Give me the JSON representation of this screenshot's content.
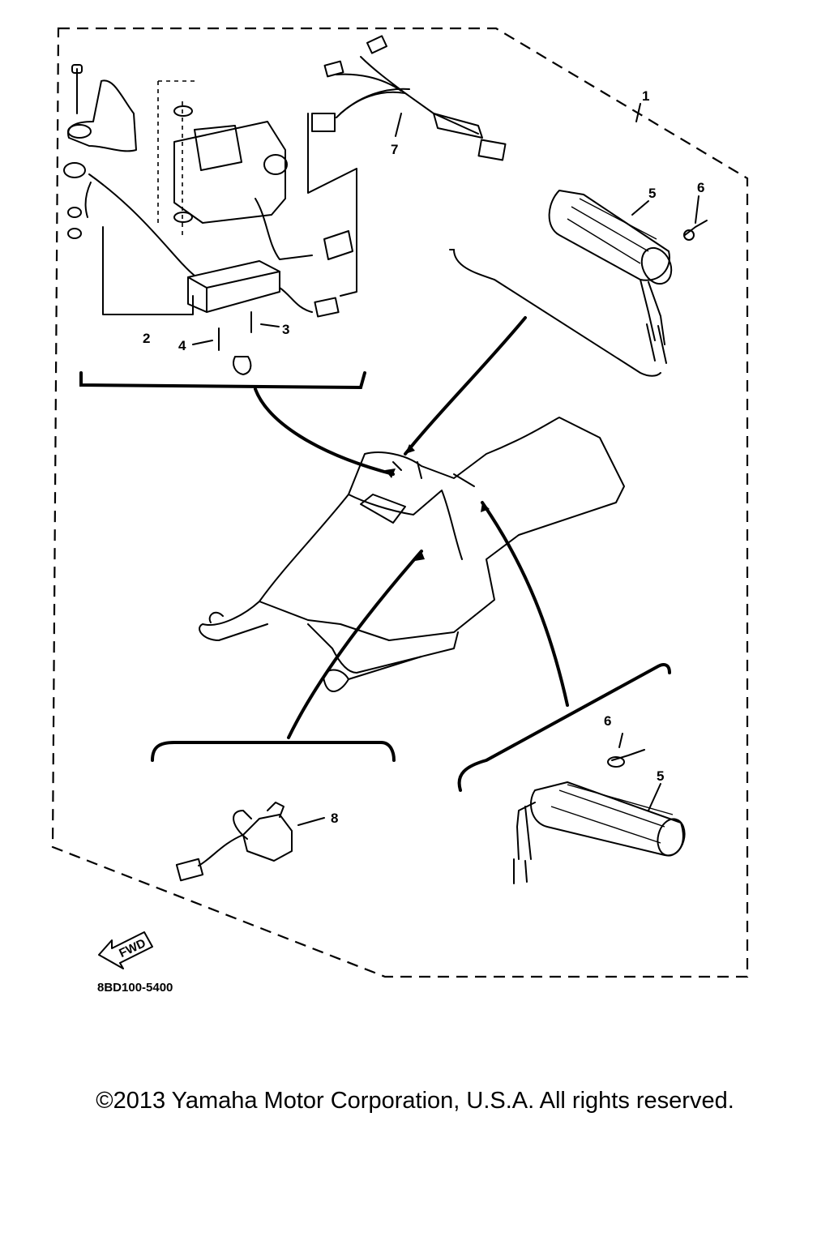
{
  "diagram": {
    "callouts": {
      "c1": "1",
      "c2": "2",
      "c3": "3",
      "c4": "4",
      "c5_top": "5",
      "c6_top": "6",
      "c7": "7",
      "c5_bottom": "5",
      "c6_bottom": "6",
      "c8": "8"
    },
    "fwd_label": "FWD",
    "diagram_code": "8BD100-5400"
  },
  "footer": {
    "copyright": "©2013 Yamaha Motor Corporation, U.S.A. All rights reserved."
  }
}
